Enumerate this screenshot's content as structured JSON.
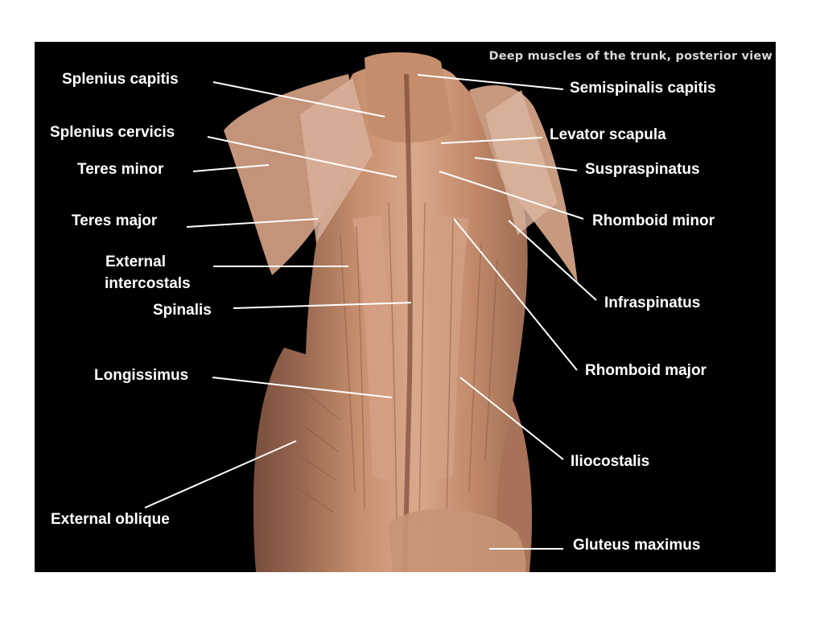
{
  "colors": {
    "background": "#ffffff",
    "panel": "#000000",
    "label_text": "#ffffff",
    "leader_line": "#ffffff",
    "muscle_base": "#c98e6e",
    "muscle_highlight": "#e2b398",
    "muscle_shadow": "#8a5a44"
  },
  "photo_title": "Deep muscles of the trunk, posterior view",
  "labels": {
    "splenius_capitis": "Splenius capitis",
    "splenius_cervicis": "Splenius cervicis",
    "teres_minor": "Teres minor",
    "teres_major": "Teres major",
    "external_intercostals_1": "External",
    "external_intercostals_2": "intercostals",
    "spinalis": "Spinalis",
    "longissimus": "Longissimus",
    "external_oblique": "External oblique",
    "semispinalis_capitis": "Semispinalis capitis",
    "levator_scapula": "Levator  scapula",
    "supraspinatus": "Suspraspinatus",
    "rhomboid_minor": "Rhomboid minor",
    "infraspinatus": "Infraspinatus",
    "rhomboid_major": "Rhomboid major",
    "iliocostalis": "Iliocostalis",
    "gluteus_maximus": "Gluteus maximus"
  }
}
